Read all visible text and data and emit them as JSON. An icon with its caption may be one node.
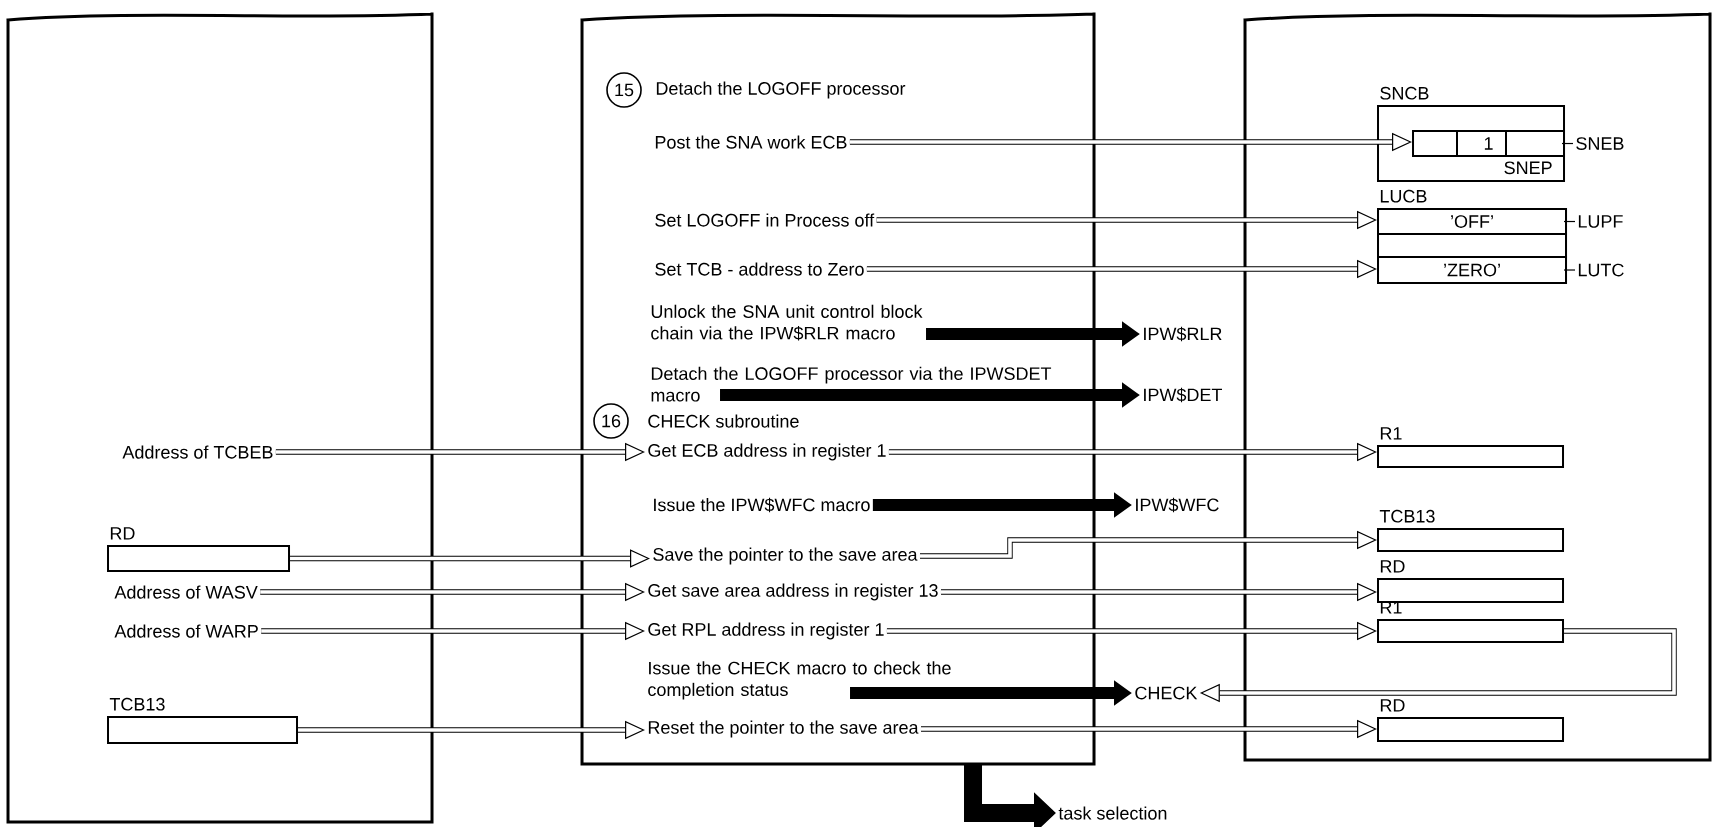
{
  "diagram": {
    "nodes": [
      {
        "text": [],
        "shape": "box"
      },
      {
        "text": [],
        "shape": "box"
      },
      {
        "text": [],
        "shape": "box"
      },
      {
        "text": [
          "Address of TCBEB"
        ],
        "in": 0
      },
      {
        "text": [
          "RD"
        ],
        "in": 0
      },
      {
        "text": [
          "Address of WASV"
        ],
        "in": 0
      },
      {
        "text": [
          "Address of WARP"
        ],
        "in": 0
      },
      {
        "text": [
          "TCB13"
        ],
        "in": 0
      },
      {
        "text": [
          "Post the SNA work ECB"
        ],
        "in": 1
      },
      {
        "text": [
          "Set LOGOFF in Process off"
        ],
        "in": 1
      },
      {
        "text": [
          "Set TCB - address to Zero"
        ],
        "in": 1
      },
      {
        "text": [
          "Unlock the SNA unit control block chain via the IPW$RLR macro"
        ],
        "in": 1
      },
      {
        "text": [
          "Detach the LOGOFF processor via the IPWSDET macro"
        ],
        "in": 1
      },
      {
        "text": [
          "Get ECB address in register 1"
        ],
        "in": 1
      },
      {
        "text": [
          "Issue the IPW$WFC macro"
        ],
        "in": 1
      },
      {
        "text": [
          "Save the pointer to the save area"
        ],
        "in": 1
      },
      {
        "text": [
          "Get save area address in register 13"
        ],
        "in": 1
      },
      {
        "text": [
          "Get RPL address in register 1"
        ],
        "in": 1
      },
      {
        "text": [
          "Issue the CHECK macro to check the completion status"
        ],
        "in": 1
      },
      {
        "text": [
          "Reset the pointer to the save area"
        ],
        "in": 1
      },
      {
        "text": [
          "IPW$RLR"
        ]
      },
      {
        "text": [
          "IPW$DET"
        ]
      },
      {
        "text": [
          "IPW$WFC"
        ]
      },
      {
        "text": [
          "CHECK"
        ]
      },
      {
        "text": [
          "task selection"
        ]
      },
      {
        "text": [
          "SNCB"
        ],
        "in": 2
      },
      {
        "text": [
          "1"
        ],
        "beside": [
          "SNEB",
          "SNEP"
        ],
        "in": 25
      },
      {
        "text": [
          "LUCB"
        ],
        "in": 2
      },
      {
        "text": [
          "’OFF’"
        ],
        "beside": [
          "LUPF"
        ],
        "in": 27
      },
      {
        "text": [],
        "shape": "box",
        "in": 27
      },
      {
        "text": [
          "’ZERO’"
        ],
        "beside": [
          "LUTC"
        ],
        "in": 27
      },
      {
        "text": [
          "R1"
        ],
        "in": 2
      },
      {
        "text": [
          "TCB13"
        ],
        "in": 2
      },
      {
        "text": [
          "RD"
        ],
        "in": 2
      },
      {
        "text": [
          "R1"
        ],
        "in": 2
      },
      {
        "text": [
          "RD"
        ],
        "in": 2
      }
    ],
    "edges": [
      {
        "from": 8,
        "to": 26,
        "arrow": "to"
      },
      {
        "from": 9,
        "to": 28,
        "arrow": "to"
      },
      {
        "from": 10,
        "to": 30,
        "arrow": "to"
      },
      {
        "from": 11,
        "to": 20,
        "arrow": "to",
        "style": "thick"
      },
      {
        "from": 12,
        "to": 21,
        "arrow": "to",
        "style": "thick"
      },
      {
        "from": 3,
        "to": 13,
        "arrow": "to"
      },
      {
        "from": 13,
        "to": 31,
        "arrow": "to"
      },
      {
        "from": 14,
        "to": 22,
        "arrow": "to",
        "style": "thick"
      },
      {
        "from": 4,
        "to": 15,
        "arrow": "to"
      },
      {
        "from": 15,
        "to": 32,
        "arrow": "to"
      },
      {
        "from": 5,
        "to": 16,
        "arrow": "to"
      },
      {
        "from": 16,
        "to": 33,
        "arrow": "to"
      },
      {
        "from": 6,
        "to": 17,
        "arrow": "to"
      },
      {
        "from": 17,
        "to": 34,
        "arrow": "to"
      },
      {
        "from": 18,
        "to": 23,
        "arrow": "to",
        "style": "thick"
      },
      {
        "from": 34,
        "to": 23,
        "arrow": "to"
      },
      {
        "from": 7,
        "to": 19,
        "arrow": "to"
      },
      {
        "from": 19,
        "to": 35,
        "arrow": "to"
      },
      {
        "from": 1,
        "to": 24,
        "arrow": "to",
        "style": "thick"
      }
    ],
    "labels": [
      "15",
      "Detach the LOGOFF processor",
      "16",
      "CHECK subroutine"
    ]
  }
}
